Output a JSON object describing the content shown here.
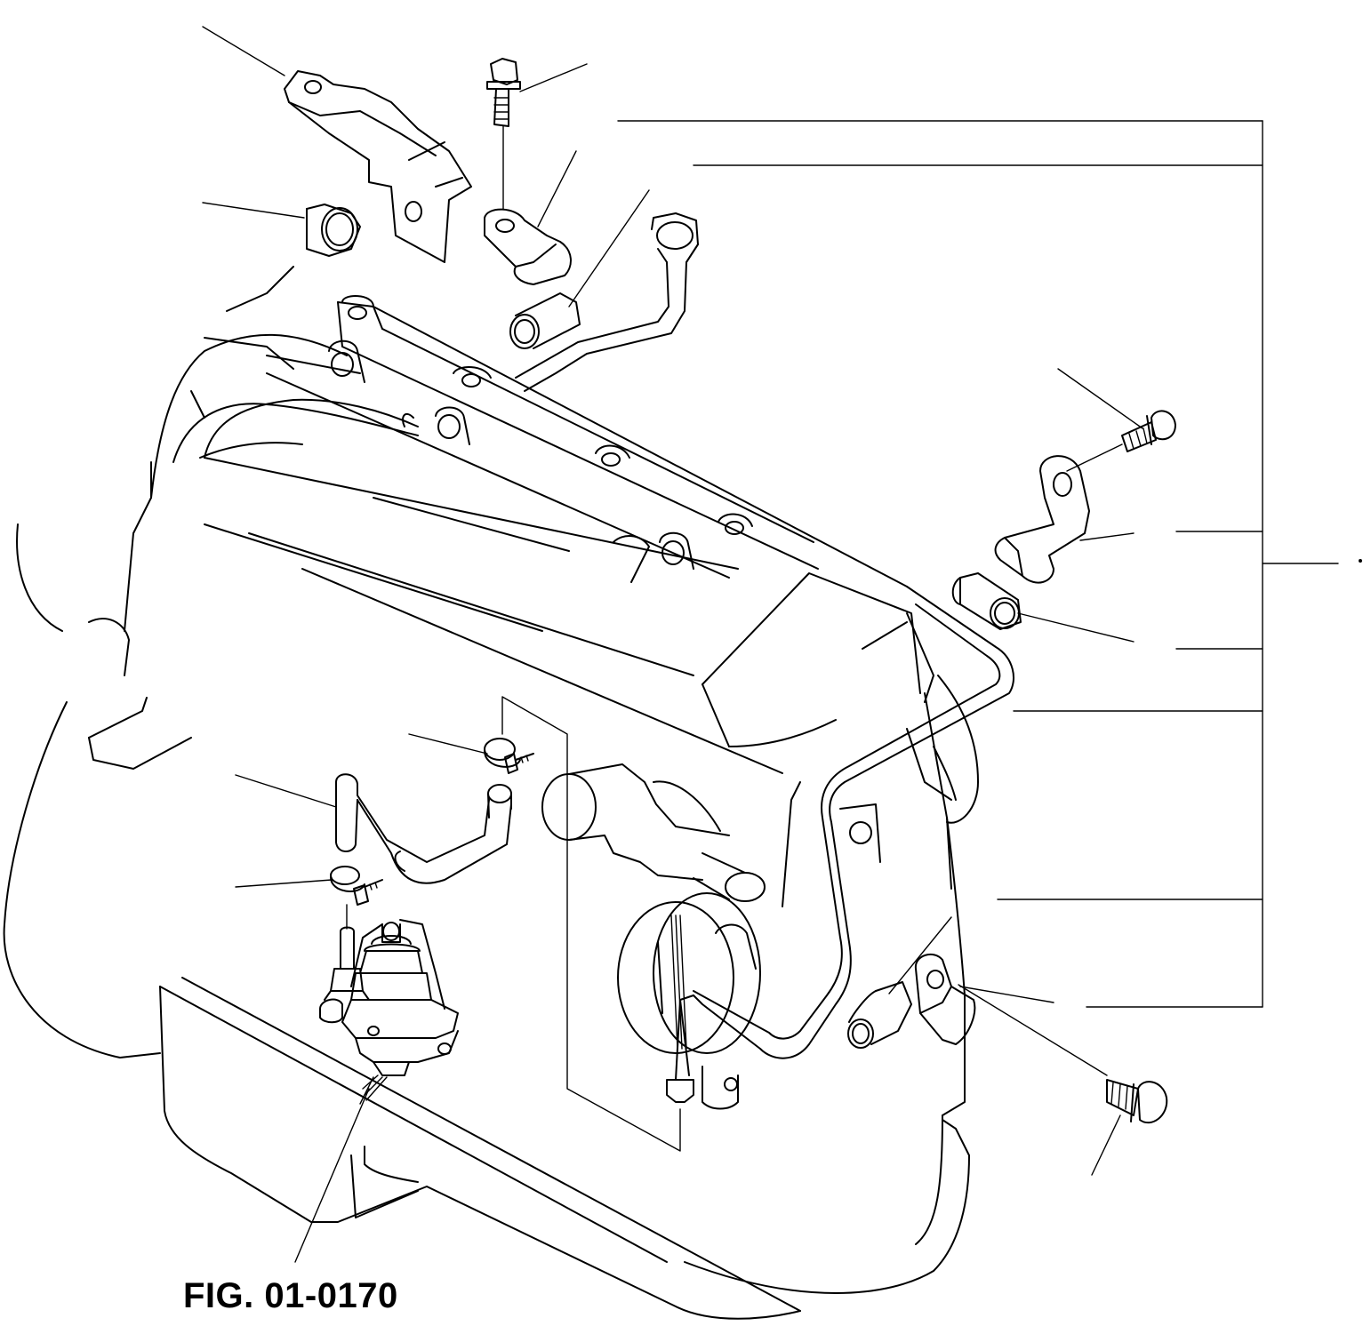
{
  "figure": {
    "label": "FIG. 01-0170",
    "line_color": "#000000",
    "background": "#ffffff"
  },
  "parts": [
    {
      "name": "heat-shield-bracket"
    },
    {
      "name": "spacer-collar-top-left"
    },
    {
      "name": "flange-bolt-top"
    },
    {
      "name": "pipe-clamp-bracket-top"
    },
    {
      "name": "pipe-grommet-top"
    },
    {
      "name": "heater-pipe-outlet"
    },
    {
      "name": "flange-bolt-right-upper"
    },
    {
      "name": "pipe-clamp-bracket-right"
    },
    {
      "name": "pipe-grommet-right"
    },
    {
      "name": "water-pipe-long"
    },
    {
      "name": "pipe-grommet-lower-right"
    },
    {
      "name": "pipe-clamp-bracket-lower-right"
    },
    {
      "name": "flange-bolt-lower-right"
    },
    {
      "name": "hose-clamp-upper"
    },
    {
      "name": "bypass-hose"
    },
    {
      "name": "hose-clamp-lower"
    },
    {
      "name": "fuel-pressure-regulator"
    }
  ]
}
